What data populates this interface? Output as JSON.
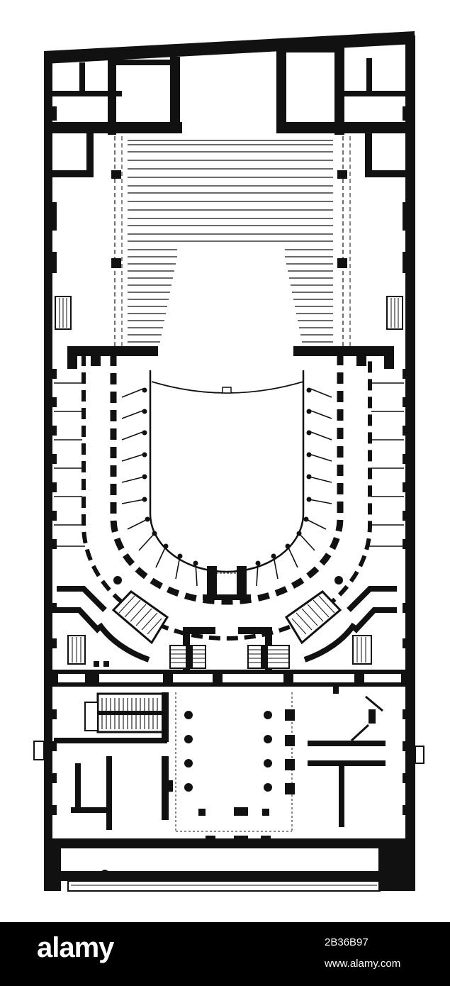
{
  "footer": {
    "brand": "alamy",
    "image_id": "2B36B97",
    "site": "www.alamy.com"
  },
  "colors": {
    "ink": "#111111",
    "paper": "#ffffff",
    "footer_bg": "#000000"
  }
}
